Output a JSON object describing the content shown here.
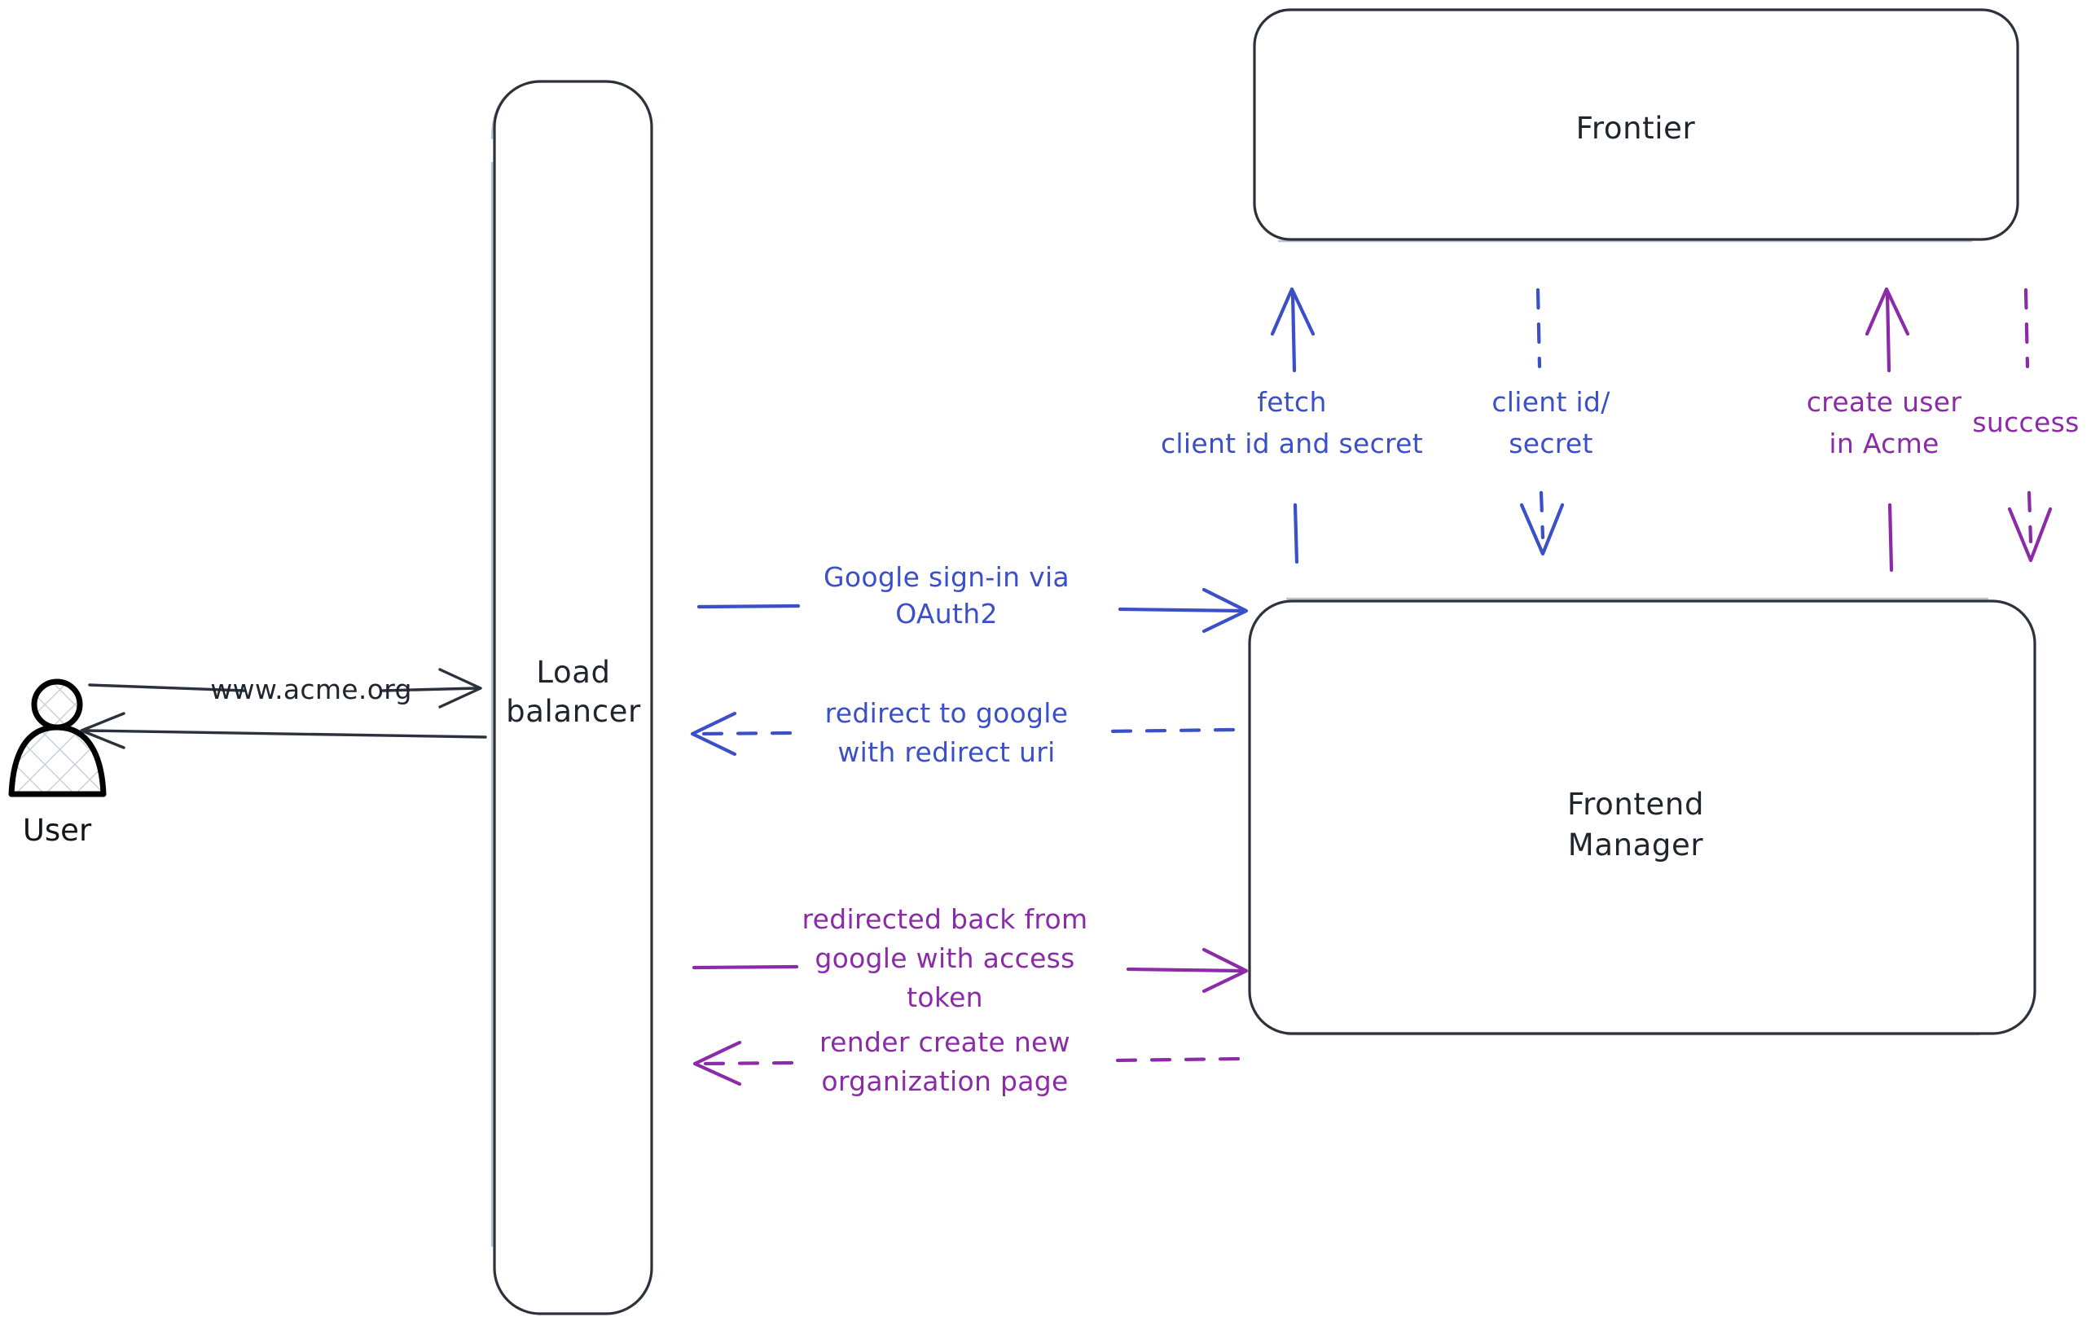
{
  "diagram": {
    "title": "Google OAuth2 sign-in flow",
    "background_color": "#ffffff",
    "colors": {
      "node_stroke": "#2b323b",
      "text_dark": "#1f252d",
      "blue": "#3b50c8",
      "purple": "#8b2ba8",
      "actor_outline": "#000000",
      "actor_hatch": "#c8d2dd"
    }
  },
  "actors": {
    "user": {
      "label": "User",
      "icon": "person-icon"
    }
  },
  "nodes": {
    "load_balancer": {
      "label_line1": "Load",
      "label_line2": "balancer"
    },
    "frontier": {
      "label": "Frontier"
    },
    "frontend_manager": {
      "label_line1": "Frontend",
      "label_line2": "Manager"
    }
  },
  "edges": [
    {
      "id": "user-to-lb",
      "from": "User",
      "to": "Load balancer",
      "label": "www.acme.org",
      "color": "#2b323b",
      "style": "solid",
      "direction": "right"
    },
    {
      "id": "lb-to-user",
      "from": "Load balancer",
      "to": "User",
      "label": "",
      "color": "#2b323b",
      "style": "solid",
      "direction": "left"
    },
    {
      "id": "lb-to-fm-signin",
      "from": "Load balancer",
      "to": "Frontend Manager",
      "label_line1": "Google sign-in via",
      "label_line2": "OAuth2",
      "color": "#3b50c8",
      "style": "solid",
      "direction": "right"
    },
    {
      "id": "fm-to-lb-redirect",
      "from": "Frontend Manager",
      "to": "Load balancer",
      "label_line1": "redirect to google",
      "label_line2": "with redirect uri",
      "color": "#3b50c8",
      "style": "dashed",
      "direction": "left"
    },
    {
      "id": "lb-to-fm-token",
      "from": "Load balancer",
      "to": "Frontend Manager",
      "label_line1": "redirected back from",
      "label_line2": "google with access",
      "label_line3": "token",
      "color": "#8b2ba8",
      "style": "solid",
      "direction": "right"
    },
    {
      "id": "fm-to-lb-render",
      "from": "Frontend Manager",
      "to": "Load balancer",
      "label_line1": "render create new",
      "label_line2": "organization page",
      "color": "#8b2ba8",
      "style": "dashed",
      "direction": "left"
    },
    {
      "id": "fm-to-frontier-fetch",
      "from": "Frontend Manager",
      "to": "Frontier",
      "label_line1": "fetch",
      "label_line2": "client id and secret",
      "color": "#3b50c8",
      "style": "solid",
      "direction": "up"
    },
    {
      "id": "frontier-to-fm-creds",
      "from": "Frontier",
      "to": "Frontend Manager",
      "label_line1": "client id/",
      "label_line2": "secret",
      "color": "#3b50c8",
      "style": "dashed",
      "direction": "down"
    },
    {
      "id": "fm-to-frontier-create",
      "from": "Frontend Manager",
      "to": "Frontier",
      "label_line1": "create user",
      "label_line2": "in Acme",
      "color": "#8b2ba8",
      "style": "solid",
      "direction": "up"
    },
    {
      "id": "frontier-to-fm-success",
      "from": "Frontier",
      "to": "Frontend Manager",
      "label_line1": "success",
      "color": "#8b2ba8",
      "style": "dashed",
      "direction": "down"
    }
  ]
}
